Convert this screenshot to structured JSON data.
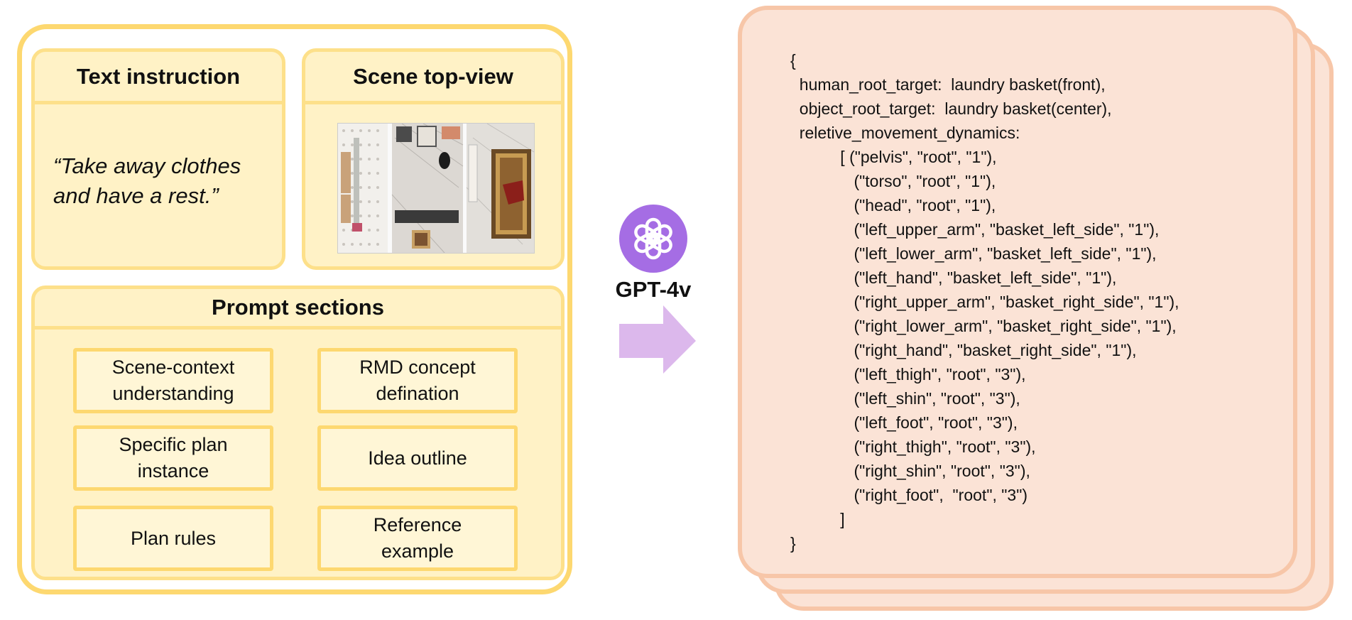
{
  "text_instruction": {
    "title": "Text instruction",
    "quote_line1": "“Take away clothes",
    "quote_line2": "and have a rest.”"
  },
  "scene_topview": {
    "title": "Scene top-view"
  },
  "prompt_sections": {
    "title": "Prompt sections",
    "items": [
      {
        "line1": "Scene-context",
        "line2": "understanding"
      },
      {
        "line1": "RMD concept",
        "line2": "defination"
      },
      {
        "line1": "Specific plan",
        "line2": "instance"
      },
      {
        "line1": "Idea outline",
        "line2": ""
      },
      {
        "line1": "Plan rules",
        "line2": ""
      },
      {
        "line1": "Reference",
        "line2": "example"
      }
    ]
  },
  "model": {
    "label": "GPT-4v",
    "icon": "openai-logo-icon",
    "logo_color": "#a56de4",
    "arrow_color": "#dcb8ec"
  },
  "output": {
    "lines": [
      "{",
      "  human_root_target:  laundry basket(front),",
      "  object_root_target:  laundry basket(center),",
      "  reletive_movement_dynamics:",
      "           [ (\"pelvis\", \"root\", \"1\"),",
      "              (\"torso\", \"root\", \"1\"),",
      "              (\"head\", \"root\", \"1\"),",
      "              (\"left_upper_arm\", \"basket_left_side\", \"1\"),",
      "              (\"left_lower_arm\", \"basket_left_side\", \"1\"),",
      "              (\"left_hand\", \"basket_left_side\", \"1\"),",
      "              (\"right_upper_arm\", \"basket_right_side\", \"1\"),",
      "              (\"right_lower_arm\", \"basket_right_side\", \"1\"),",
      "              (\"right_hand\", \"basket_right_side\", \"1\"),",
      "              (\"left_thigh\", \"root\", \"3\"),",
      "              (\"left_shin\", \"root\", \"3\"),",
      "              (\"left_foot\", \"root\", \"3\"),",
      "              (\"right_thigh\", \"root\", \"3\"),",
      "              (\"right_shin\", \"root\", \"3\"),",
      "              (\"right_foot\",  \"root\", \"3\")",
      "           ]",
      "}"
    ]
  }
}
